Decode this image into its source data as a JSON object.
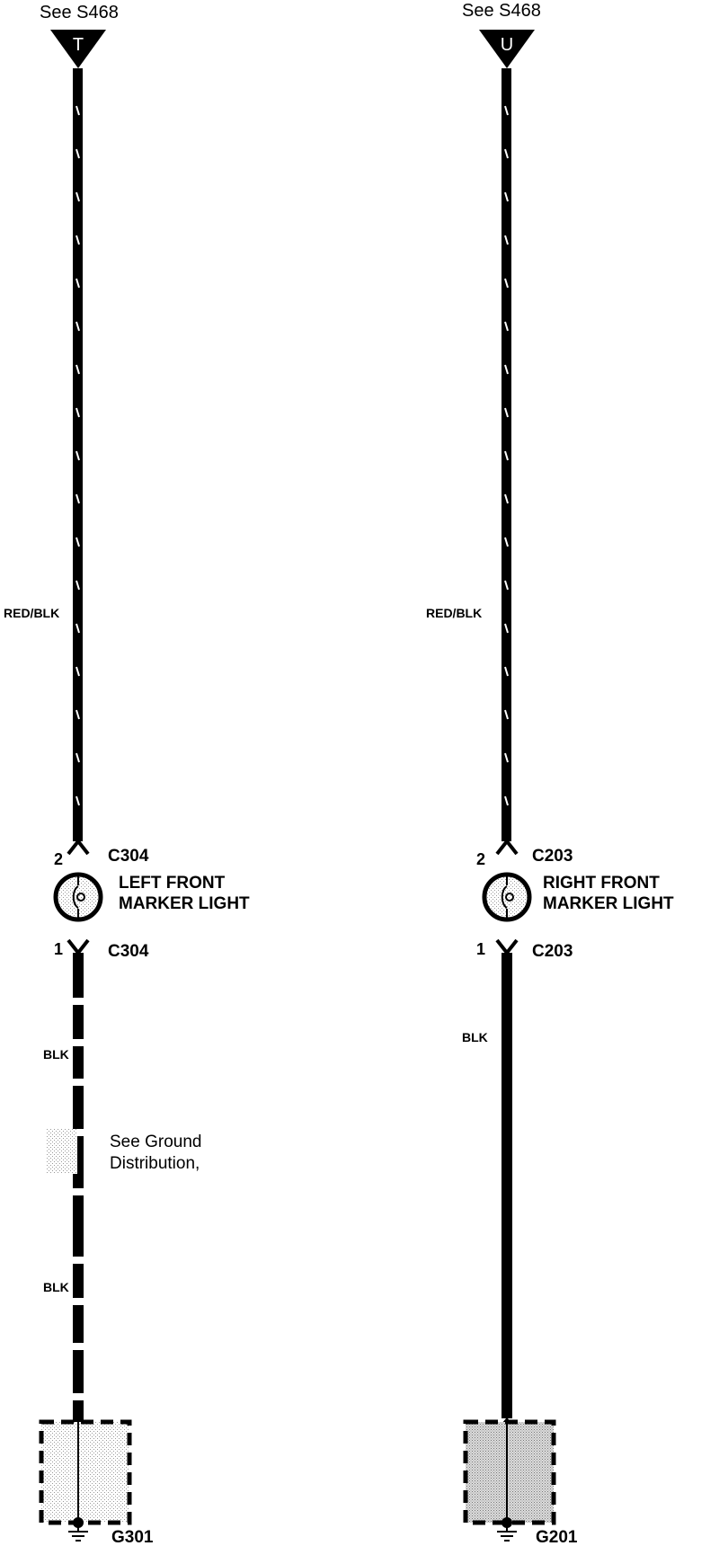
{
  "circuits": [
    {
      "id": "left",
      "source_ref": "See S468",
      "terminal_letter": "T",
      "upper_wire_color": "RED/BLK",
      "upper_connector": "C304",
      "upper_pin": "2",
      "component_line1": "LEFT FRONT",
      "component_line2": "MARKER LIGHT",
      "lower_connector": "C304",
      "lower_pin": "1",
      "lower_wire_color_a": "BLK",
      "lower_wire_color_b": "BLK",
      "note_line1": "See Ground",
      "note_line2": "Distribution,",
      "ground": "G301"
    },
    {
      "id": "right",
      "source_ref": "See S468",
      "terminal_letter": "U",
      "upper_wire_color": "RED/BLK",
      "upper_connector": "C203",
      "upper_pin": "2",
      "component_line1": "RIGHT FRONT",
      "component_line2": "MARKER LIGHT",
      "lower_connector": "C203",
      "lower_pin": "1",
      "lower_wire_color": "BLK",
      "ground": "G201"
    }
  ]
}
